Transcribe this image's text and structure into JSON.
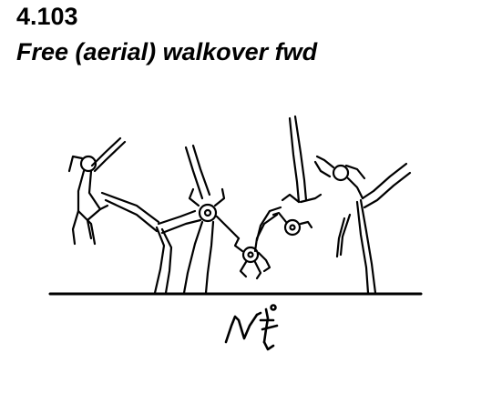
{
  "element": {
    "code": "4.103",
    "name": "Free (aerial) walkover fwd"
  },
  "illustration": {
    "icon": "gymnast-sequence-illustration",
    "symbol_icon": "skill-notation-symbol",
    "ink_color": "#000000"
  }
}
